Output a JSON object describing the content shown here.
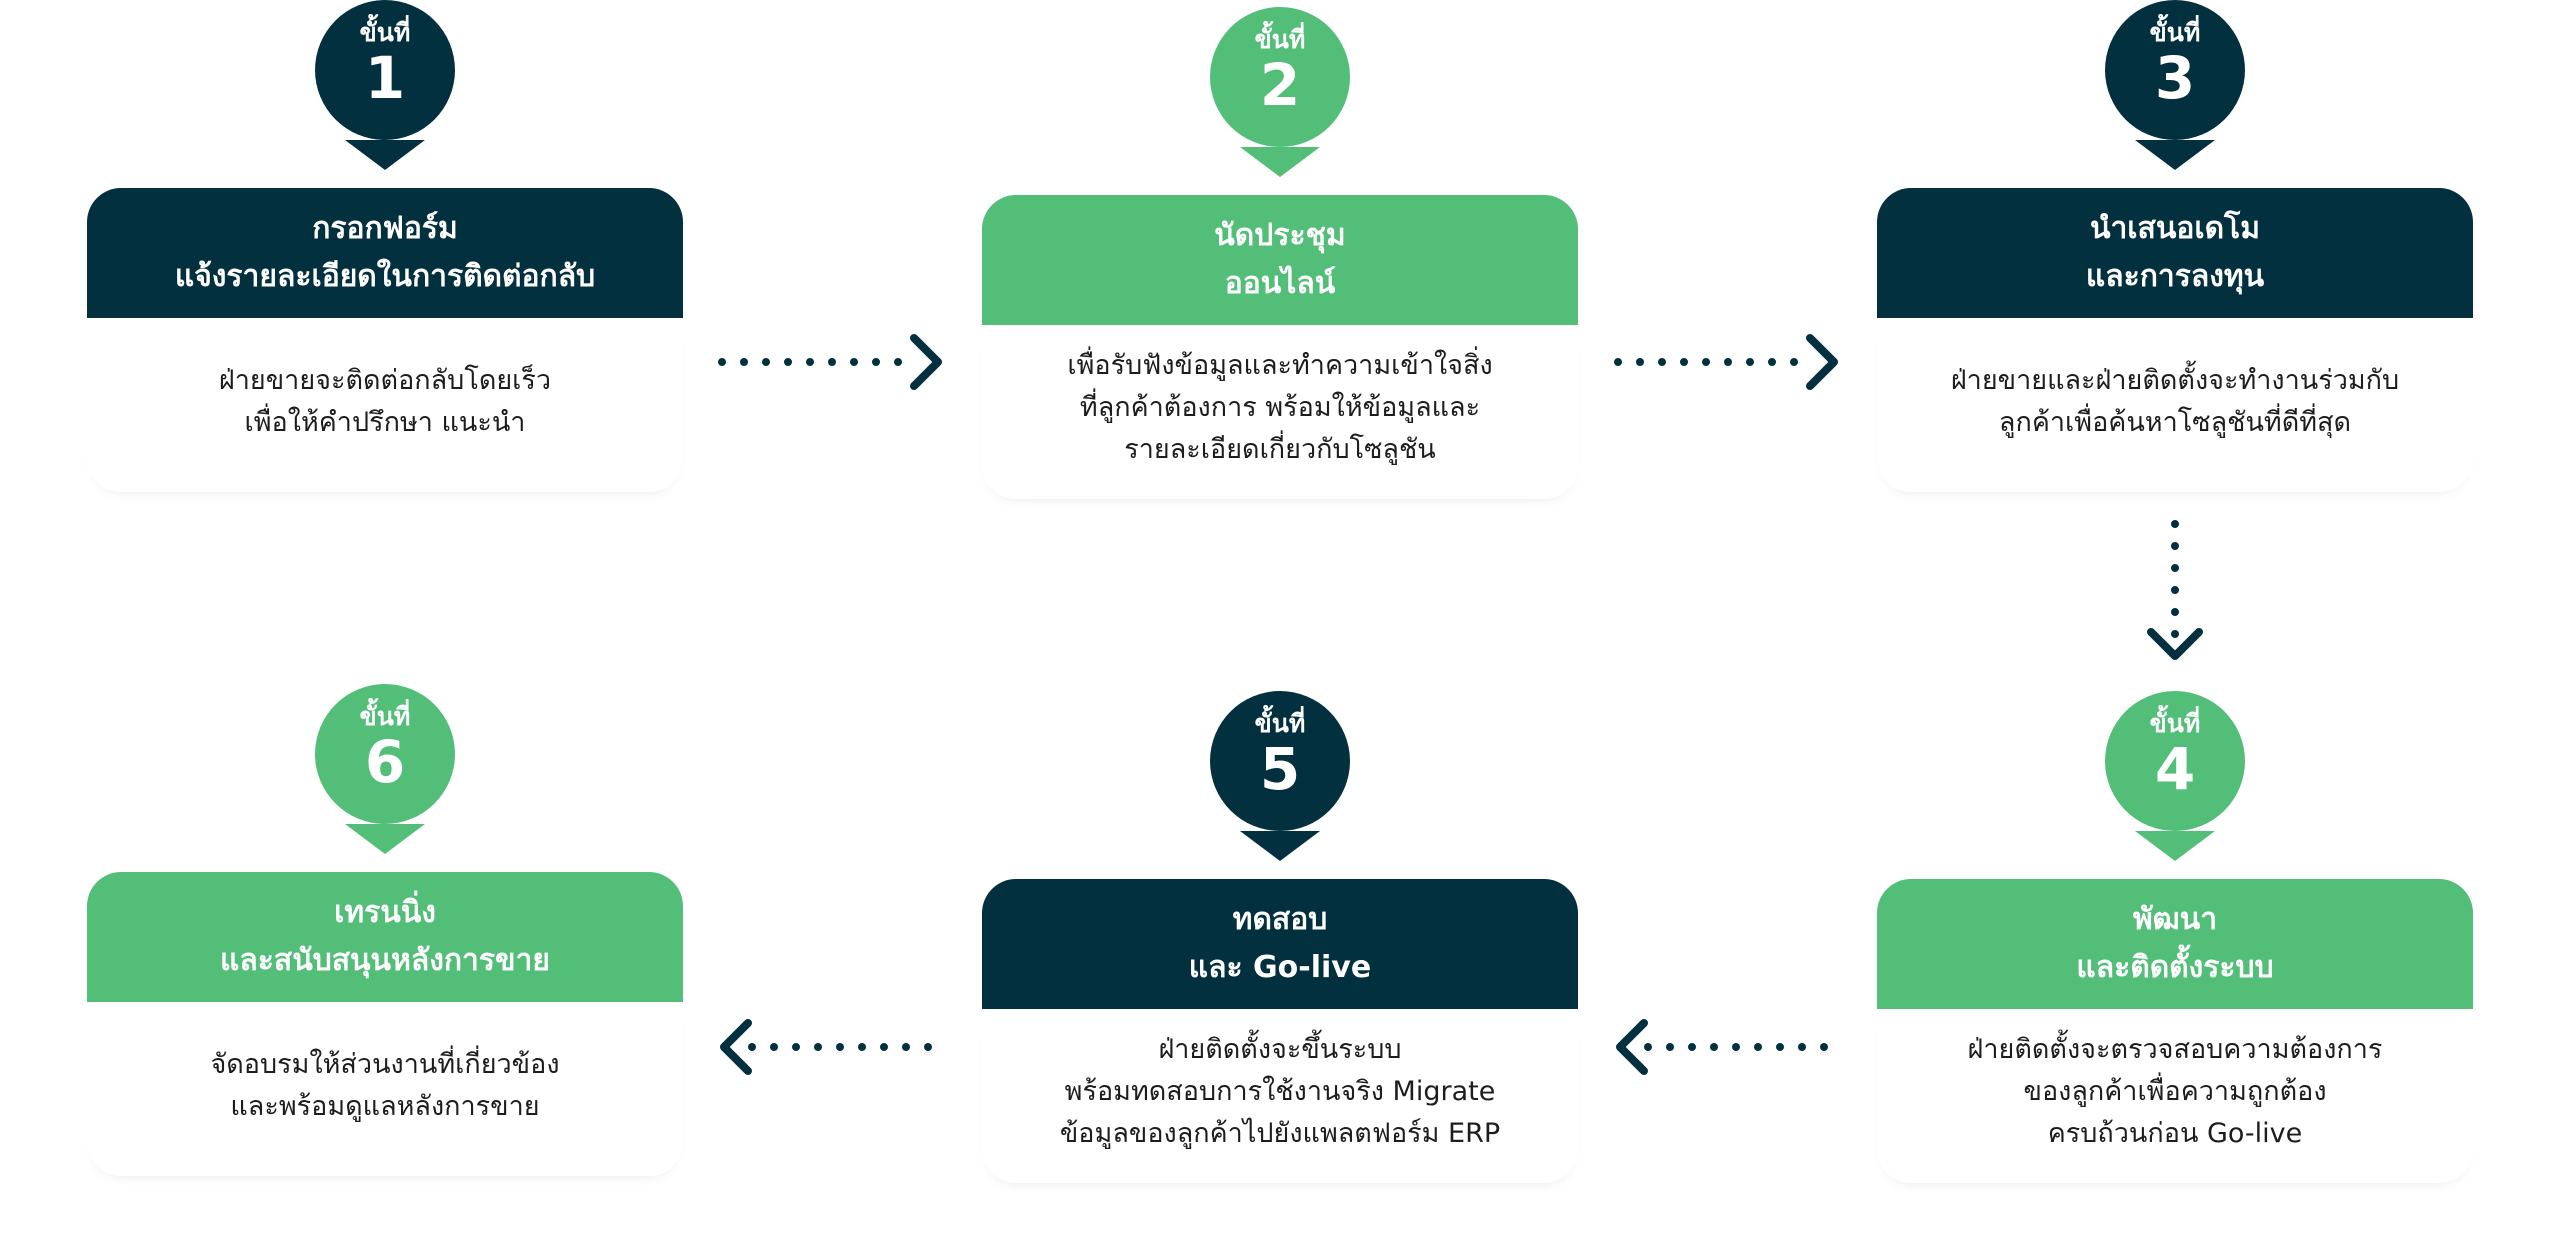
{
  "colors": {
    "dark": "#03303f",
    "green": "#52be78",
    "text": "#1d1d1d",
    "background": "#ffffff"
  },
  "steps": [
    {
      "label": "ขั้นที่",
      "number": "1",
      "theme": "dark",
      "title_line1": "กรอกฟอร์ม",
      "title_line2": "แจ้งรายละเอียดในการติดต่อกลับ",
      "desc_line1": "ฝ่ายขายจะติดต่อกลับโดยเร็ว",
      "desc_line2": "เพื่อให้คำปรึกษา แนะนำ",
      "desc_line3": ""
    },
    {
      "label": "ขั้นที่",
      "number": "2",
      "theme": "green",
      "title_line1": "นัดประชุม",
      "title_line2": "ออนไลน์",
      "desc_line1": "เพื่อรับฟังข้อมูลและทำความเข้าใจสิ่ง",
      "desc_line2": "ที่ลูกค้าต้องการ พร้อมให้ข้อมูลและ",
      "desc_line3": "รายละเอียดเกี่ยวกับโซลูชัน"
    },
    {
      "label": "ขั้นที่",
      "number": "3",
      "theme": "dark",
      "title_line1": "นำเสนอเดโม",
      "title_line2": "และการลงทุน",
      "desc_line1": "ฝ่ายขายและฝ่ายติดตั้งจะทำงานร่วมกับ",
      "desc_line2": "ลูกค้าเพื่อค้นหาโซลูชันที่ดีที่สุด",
      "desc_line3": ""
    },
    {
      "label": "ขั้นที่",
      "number": "4",
      "theme": "green",
      "title_line1": "พัฒนา",
      "title_line2": "และติดตั้งระบบ",
      "desc_line1": "ฝ่ายติดตั้งจะตรวจสอบความต้องการ",
      "desc_line2": "ของลูกค้าเพื่อความถูกต้อง",
      "desc_line3": "ครบถ้วนก่อน Go-live"
    },
    {
      "label": "ขั้นที่",
      "number": "5",
      "theme": "dark",
      "title_line1": "ทดสอบ",
      "title_line2": "และ Go-live",
      "desc_line1": "ฝ่ายติดตั้งจะขึ้นระบบ",
      "desc_line2": "พร้อมทดสอบการใช้งานจริง Migrate",
      "desc_line3": "ข้อมูลของลูกค้าไปยังแพลตฟอร์ม ERP"
    },
    {
      "label": "ขั้นที่",
      "number": "6",
      "theme": "green",
      "title_line1": "เทรนนิ่ง",
      "title_line2": "และสนับสนุนหลังการขาย",
      "desc_line1": "จัดอบรมให้ส่วนงานที่เกี่ยวข้อง",
      "desc_line2": "และพร้อมดูแลหลังการขาย",
      "desc_line3": ""
    }
  ]
}
